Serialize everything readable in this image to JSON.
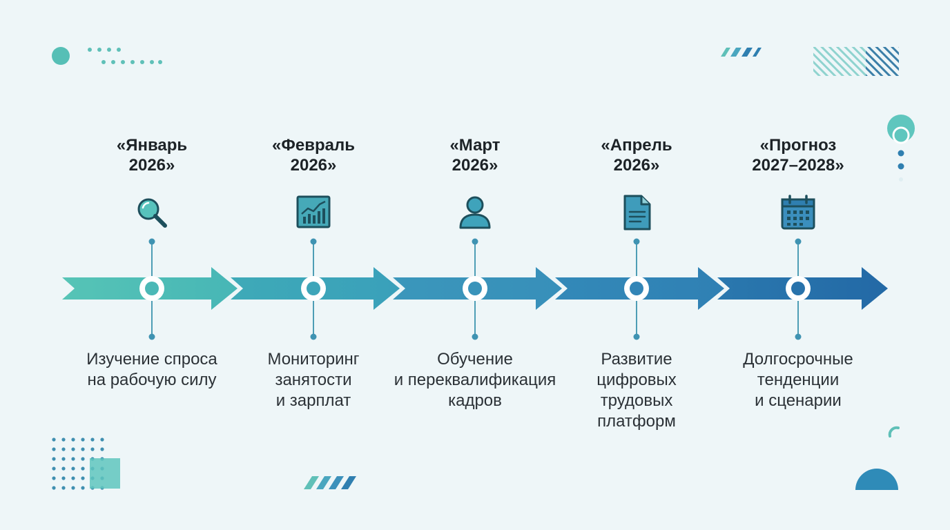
{
  "colors": {
    "background": "#eef6f8",
    "arrow_gradient": [
      "#4dbdb8",
      "#3a9fbf",
      "#3585b8",
      "#2a6fa8"
    ],
    "connector": "#4a9cb5",
    "icon_stroke": "#1d5f6e",
    "icon_fill": "#3fa8b8",
    "text": "#1d2327"
  },
  "timeline": {
    "milestones": [
      {
        "date": "«Январь\n2026»",
        "icon": "magnifier-icon",
        "description": "Изучение спроса\nна рабочую силу"
      },
      {
        "date": "«Февраль\n2026»",
        "icon": "chart-icon",
        "description": "Мониторинг\nзанятости\nи зарплат"
      },
      {
        "date": "«Март\n2026»",
        "icon": "person-icon",
        "description": "Обучение\nи переквалификация\nкадров"
      },
      {
        "date": "«Апрель\n2026»",
        "icon": "document-icon",
        "description": "Развитие\nцифровых\nтрудовых\nплатформ"
      },
      {
        "date": "«Прогноз\n2027–2028»",
        "icon": "calendar-icon",
        "description": "Долгосрочные\nтенденции\nи сценарии"
      }
    ]
  }
}
